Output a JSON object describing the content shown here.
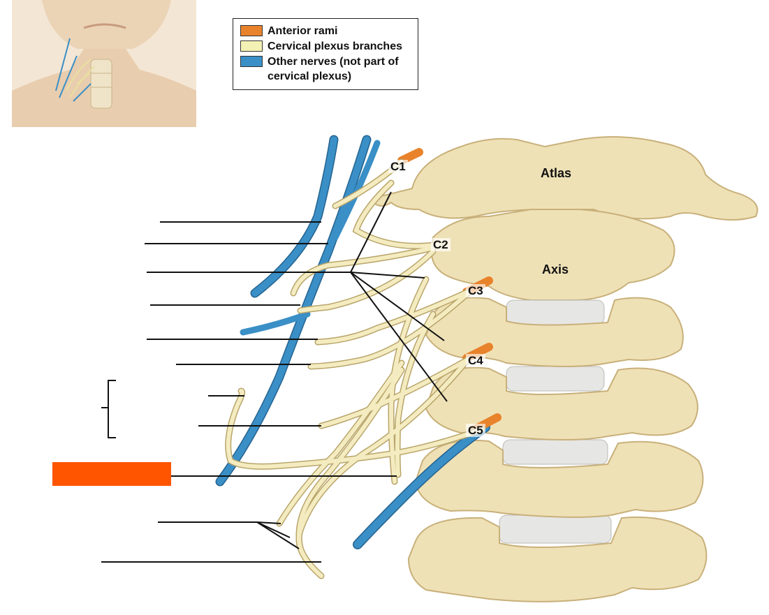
{
  "legend": {
    "items": [
      {
        "label": "Anterior rami",
        "color": "#E8832C"
      },
      {
        "label": "Cervical plexus branches",
        "color": "#F4F1B4"
      },
      {
        "label": "Other nerves (not part of cervical plexus)",
        "color": "#3A8FC6"
      }
    ]
  },
  "vertebrae": {
    "atlas": "Atlas",
    "axis": "Axis"
  },
  "spinal_levels": [
    "C1",
    "C2",
    "C3",
    "C4",
    "C5"
  ],
  "colors": {
    "bone": "#EFE1B6",
    "bone_shadow": "#C8B07A",
    "disc": "#E6E6E4",
    "nerve_yellow": "#F4ECC0",
    "nerve_outline": "#B8A46A",
    "nerve_blue": "#3A8FC6",
    "ramus_orange": "#E8832C",
    "redaction": "#FF5500",
    "skin": "#EBD3B6"
  },
  "icons": {
    "thumbnail": "neck-thumbnail-illustration"
  }
}
